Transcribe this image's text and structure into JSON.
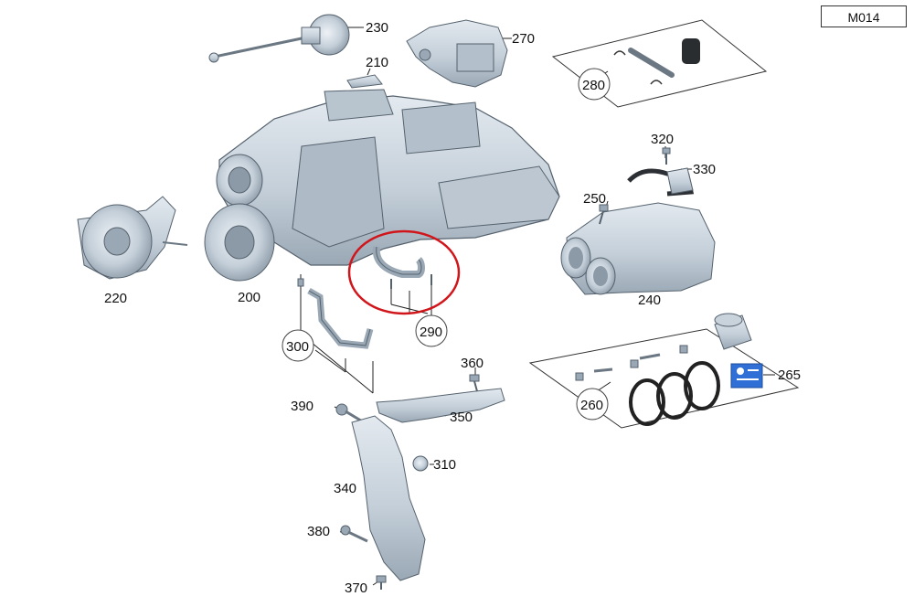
{
  "diagram_code": "M014",
  "colors": {
    "part_fill": "#c9d3dc",
    "part_dark": "#8c9aa7",
    "part_stroke": "#55626e",
    "highlight": "#d0161b",
    "label_sticker": "#2f6fd6"
  },
  "labels": {
    "p200": "200",
    "p210": "210",
    "p220": "220",
    "p230": "230",
    "p240": "240",
    "p250": "250",
    "p260": "260",
    "p265": "265",
    "p270": "270",
    "p280": "280",
    "p290": "290",
    "p300": "300",
    "p310": "310",
    "p320": "320",
    "p330": "330",
    "p340": "340",
    "p350": "350",
    "p360": "360",
    "p370": "370",
    "p380": "380",
    "p390": "390"
  }
}
